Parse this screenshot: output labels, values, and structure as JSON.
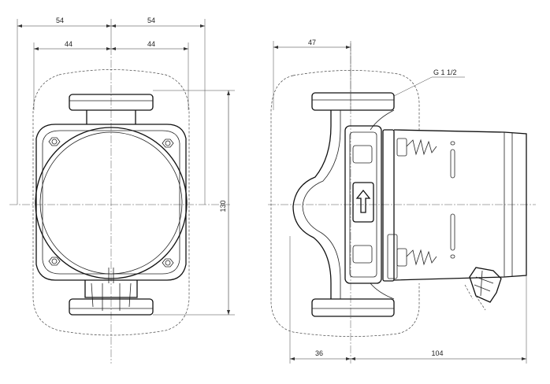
{
  "front_view": {
    "dim_top_left": "54",
    "dim_top_right": "54",
    "dim_inner_left": "44",
    "dim_inner_right": "44",
    "dim_height": "130"
  },
  "side_view": {
    "dim_top": "47",
    "thread_label": "G 1 1/2",
    "dim_bottom_left": "36",
    "dim_bottom_right": "104"
  },
  "colors": {
    "line": "#111111",
    "dimension": "#333333"
  }
}
